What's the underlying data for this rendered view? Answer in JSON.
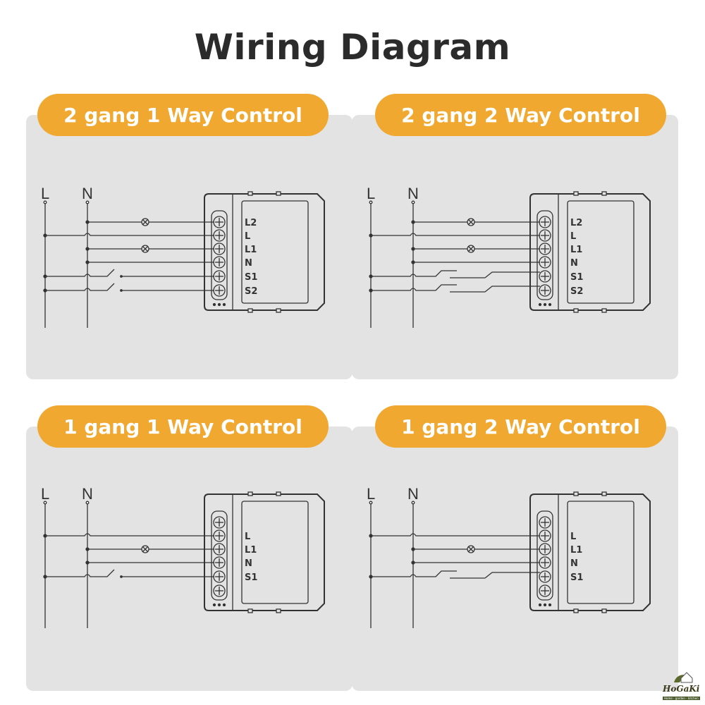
{
  "title": "Wiring Diagram",
  "panels": [
    {
      "label": "2 gang 1 Way Control",
      "gangs": 2,
      "ways": 1,
      "line_label": "L",
      "neutral_label": "N",
      "terminals": [
        "L2",
        "L",
        "L1",
        "N",
        "S1",
        "S2"
      ]
    },
    {
      "label": "2 gang 2 Way Control",
      "gangs": 2,
      "ways": 2,
      "line_label": "L",
      "neutral_label": "N",
      "terminals": [
        "L2",
        "L",
        "L1",
        "N",
        "S1",
        "S2"
      ]
    },
    {
      "label": "1 gang 1 Way Control",
      "gangs": 1,
      "ways": 1,
      "line_label": "L",
      "neutral_label": "N",
      "terminals": [
        "L",
        "L1",
        "N",
        "S1"
      ]
    },
    {
      "label": "1 gang 2 Way Control",
      "gangs": 1,
      "ways": 2,
      "line_label": "L",
      "neutral_label": "N",
      "terminals": [
        "L",
        "L1",
        "N",
        "S1"
      ]
    }
  ],
  "logo": {
    "name": "HoGaKi",
    "tagline": "Home - garden - kitchen"
  },
  "colors": {
    "accent": "#f0a830",
    "panel": "#e3e3e3",
    "line": "#333333"
  }
}
